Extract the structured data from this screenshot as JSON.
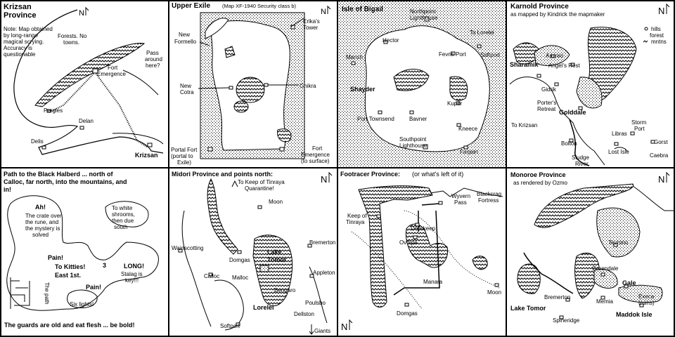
{
  "panels": [
    {
      "title": "Krizsan Province",
      "title_line1": "Krizsan",
      "title_line2": "Province",
      "note": [
        "Note: Map obtained",
        "by long-range",
        "magical scrying.",
        "Accuracy is",
        "questionable"
      ],
      "forest_note": [
        "Forests. No",
        "towns."
      ],
      "pass_note": [
        "Pass",
        "around",
        "here?"
      ],
      "places": {
        "fort": [
          "Fort",
          "Emergence"
        ],
        "pergies": "Pergies",
        "delan": "Delan",
        "delis": "Delis",
        "krizsan": "Krizsan"
      }
    },
    {
      "title": "Upper Exile",
      "subtitle": "(Map XF-1940 Security class b)",
      "places": {
        "new_formello": [
          "New",
          "Formello"
        ],
        "erikas_tower": [
          "Erika's",
          "Tower"
        ],
        "new_cotra": [
          "New",
          "Cotra"
        ],
        "ghikra": "Ghikra",
        "portal_fort": [
          "Portal Fort",
          "(portal to",
          "Exile)"
        ],
        "fort_emergence": [
          "Fort",
          "Emergence",
          "(to surface)"
        ]
      }
    },
    {
      "title": "Isle of Bigail",
      "places": {
        "northpoint": [
          "Northpoint",
          "Lighthouse"
        ],
        "to_lorelei": "To Lorelei",
        "hector": "Hector",
        "fevris_port": "Fevris Port",
        "softport": "Softport",
        "marish": "Marish",
        "shayder": "Shayder",
        "kuper": "Kuper",
        "port_townsend": "Port Townsend",
        "bavner": "Bavner",
        "kneece": "Kneece",
        "southpoint": [
          "Southpoint",
          "Lighthouse"
        ],
        "farport": "Farport"
      }
    },
    {
      "title": "Karnold Province",
      "subtitle": "as mapped by Kindrick the mapmaker",
      "legend": [
        "hills",
        "forest",
        "mntns"
      ],
      "places": {
        "aminro": "Aminro",
        "angels_rest": "Angel's Rest",
        "sharamik": "Sharamik",
        "gidrik": "Gidrik",
        "porters_retreat": [
          "Porter's",
          "Retreat"
        ],
        "golddale": "Golddale",
        "to_krizsan": "To Krizsan",
        "storm_port": [
          "Storm",
          "Port"
        ],
        "libras": "Libras",
        "gorst": "Gorst",
        "bolton": "Bolton",
        "lost_isle": "Lost Isle",
        "sludge_river": [
          "Sludge",
          "River"
        ],
        "caebra": "Caebra"
      }
    },
    {
      "title": [
        "Path to the Black Halberd ... north of",
        "Calloc, far north, into the mountains, and",
        "in!"
      ],
      "notes": {
        "ah": "Ah!",
        "crate": [
          "The crate over",
          "the rune, and",
          "the mystery is",
          "solved"
        ],
        "white": [
          "To white",
          "shrooms,",
          "then due",
          "south"
        ],
        "pain1": "Pain!",
        "kitties": [
          "To Kitties!",
          "East 1st."
        ],
        "three": "3",
        "long": [
          "LONG!",
          "Stalag is",
          "key!!!"
        ],
        "pain2": "Pain!",
        "path": "The path",
        "six": "Six lights!"
      },
      "footer": "The guards are old and eat flesh ... be bold!"
    },
    {
      "title": "Midori Province and points north:",
      "places": {
        "keep": [
          "To Keep of Tinraya",
          "Quarantine!"
        ],
        "moon": "Moon",
        "wainscotting": "Wainscotting",
        "bremerton": "Bremerton",
        "domgas": "Domgas",
        "lake_tomor": [
          "Lake",
          "Tomor"
        ],
        "calloc": "Calloc",
        "malloc": "Malloc",
        "appleton": "Appleton",
        "bengaro": "Bengaro",
        "poulsbo": "Poulsbo",
        "lorelei": "Lorelei",
        "dellston": "Dellston",
        "softport": "Softport",
        "giants": "Giants"
      }
    },
    {
      "title": "Footracer Province:",
      "subtitle": "(or what's left of it)",
      "places": {
        "wyvern": [
          "Wyvern",
          "Pass"
        ],
        "blackcrag": [
          "Blackcrag",
          "Fortress"
        ],
        "keep": [
          "Keep of",
          "Tinraya"
        ],
        "dellskeep": "Dellskeep",
        "ovdipa": "Ovdipa",
        "manara": "Manara",
        "moon": "Moon",
        "domgas": "Domgas"
      }
    },
    {
      "title": "Monoroe Province",
      "subtitle": "as rendered by Ozmo",
      "places": {
        "tevrono": "Tevrono",
        "greendale": "Greendale",
        "gale": "Gale",
        "bremerton": "Bremerton",
        "memia": "Memia",
        "execa": [
          "Execa",
          "(ruins)"
        ],
        "lake_tomor": "Lake Tomor",
        "spineridge": "Spineridge",
        "maddok": "Maddok Isle"
      }
    }
  ],
  "north_label": "N"
}
